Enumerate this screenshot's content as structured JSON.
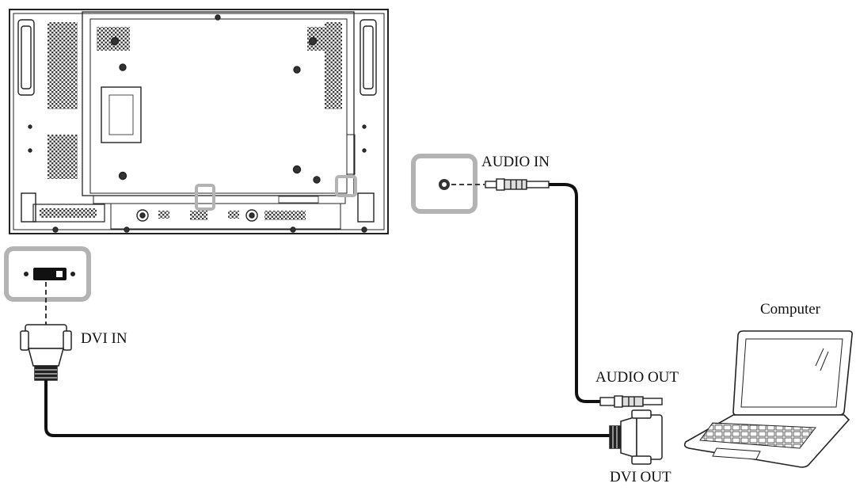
{
  "labels": {
    "audio_in": "AUDIO IN",
    "dvi_in": "DVI IN",
    "computer": "Computer",
    "audio_out": "AUDIO OUT",
    "dvi_out": "DVI OUT"
  },
  "colors": {
    "highlight": "#b3b3b3",
    "cable": "#111111",
    "line": "#222222"
  },
  "icons": {
    "display": "display-rear-panel-icon",
    "audio_jack": "audio-jack-icon",
    "dvi_port": "dvi-port-icon",
    "dvi_plug": "dvi-plug-icon",
    "audio_plug": "audio-plug-icon",
    "laptop": "laptop-icon"
  }
}
